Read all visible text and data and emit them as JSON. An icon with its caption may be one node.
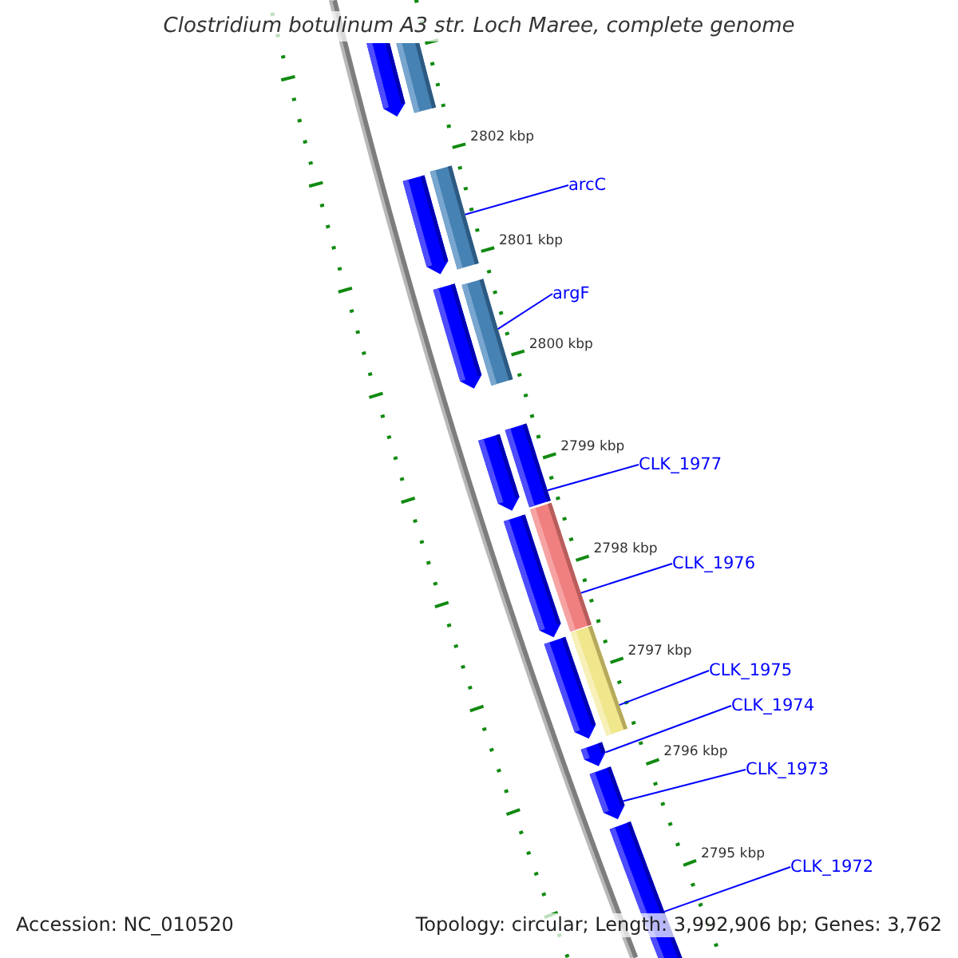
{
  "diagram": {
    "title": "Clostridium botulinum A3 str. Loch Maree, complete genome",
    "nodes": [
      {
        "text": [],
        "shape": "pentagon"
      },
      {
        "text": [],
        "shape": "bar"
      },
      {
        "text": [],
        "shape": "pentagon"
      },
      {
        "text": [],
        "shape": "bar"
      },
      {
        "text": [],
        "shape": "pentagon"
      },
      {
        "text": [],
        "shape": "bar"
      },
      {
        "text": [],
        "shape": "pentagon"
      },
      {
        "text": [],
        "shape": "bar"
      },
      {
        "text": [],
        "shape": "pentagon"
      },
      {
        "text": [],
        "shape": "bar"
      },
      {
        "text": [],
        "shape": "pentagon"
      },
      {
        "text": [],
        "shape": "bar"
      },
      {
        "text": [],
        "shape": "pentagon"
      },
      {
        "text": [],
        "shape": "pentagon"
      },
      {
        "text": [],
        "shape": "bar"
      },
      {
        "text": [
          "arcC"
        ]
      },
      {
        "text": [
          "argF"
        ]
      },
      {
        "text": [
          "CLK_1977"
        ]
      },
      {
        "text": [
          "CLK_1976"
        ]
      },
      {
        "text": [
          "CLK_1975"
        ]
      },
      {
        "text": [
          "CLK_1974"
        ]
      },
      {
        "text": [
          "CLK_1973"
        ]
      },
      {
        "text": [
          "CLK_1972"
        ]
      }
    ],
    "edges": [
      {
        "from": 15,
        "to": 3,
        "arrow": "none"
      },
      {
        "from": 16,
        "to": 5,
        "arrow": "none"
      },
      {
        "from": 17,
        "to": 7,
        "arrow": "none"
      },
      {
        "from": 18,
        "to": 9,
        "arrow": "none"
      },
      {
        "from": 19,
        "to": 11,
        "arrow": "none"
      },
      {
        "from": 20,
        "to": 12,
        "arrow": "none"
      },
      {
        "from": 21,
        "to": 13,
        "arrow": "none"
      },
      {
        "from": 22,
        "to": 14,
        "arrow": "none"
      }
    ],
    "labels": [
      "2802 kbp",
      "2801 kbp",
      "2800 kbp",
      "2799 kbp",
      "2798 kbp",
      "2797 kbp",
      "2796 kbp",
      "2795 kbp",
      "Accession: NC_010520",
      "Topology: circular; Length: 3,992,906 bp; Genes: 3,762"
    ]
  }
}
